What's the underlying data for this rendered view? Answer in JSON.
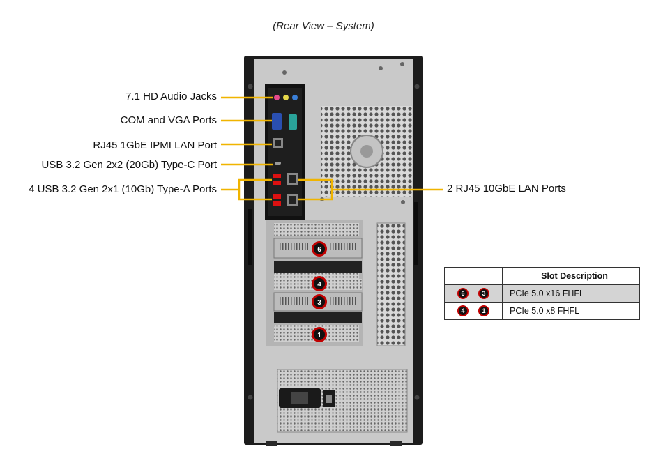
{
  "title": "(Rear View – System)",
  "callouts": {
    "audio": "7.1 HD Audio Jacks",
    "com_vga": "COM and VGA Ports",
    "ipmi": "RJ45 1GbE IPMI LAN Port",
    "usb_c": "USB 3.2 Gen 2x2 (20Gb) Type-C Port",
    "usb_a": "4 USB 3.2 Gen 2x1 (10Gb) Type-A Ports",
    "lan10g": "2 RJ45 10GbE LAN Ports"
  },
  "slot_numbers": {
    "slot6": "6",
    "slot4": "4",
    "slot3": "3",
    "slot1": "1"
  },
  "table": {
    "header": "Slot Description",
    "rows": [
      {
        "badge_a": "6",
        "badge_b": "3",
        "desc": "PCIe 5.0 x16 FHFL"
      },
      {
        "badge_a": "4",
        "badge_b": "1",
        "desc": "PCIe 5.0 x8 FHFL"
      }
    ]
  },
  "colors": {
    "callout_line": "#f0b400",
    "badge_ring": "#c00000",
    "chassis_frame": "#1c1c1c",
    "chassis_panel": "#c9c9c9"
  }
}
